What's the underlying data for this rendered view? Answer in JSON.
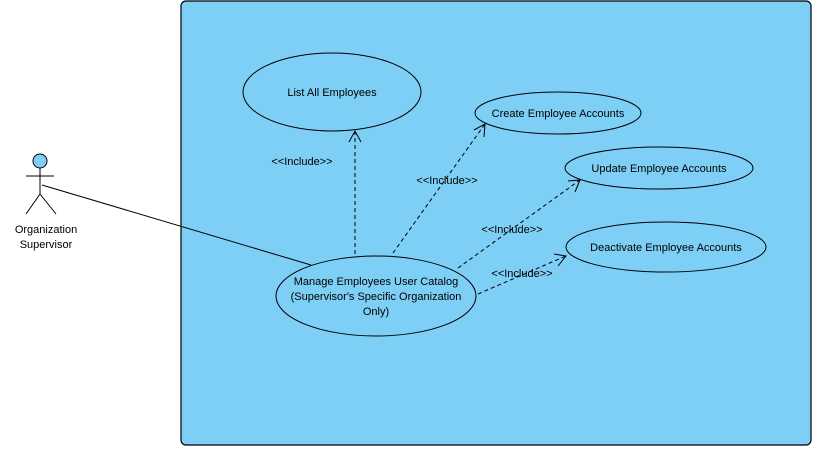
{
  "system": {
    "fill": "#7ecff5",
    "stroke": "#000000"
  },
  "actor": {
    "name_lines": [
      "Organization",
      "Supervisor"
    ],
    "head_color": "#7ecff5"
  },
  "use_cases": {
    "list_all": [
      "List All Employees"
    ],
    "create": [
      "Create Employee Accounts"
    ],
    "update": [
      "Update Employee Accounts"
    ],
    "deactivate": [
      "Deactivate Employee Accounts"
    ],
    "manage": [
      "Manage Employees User Catalog",
      "(Supervisor's Specific Organization",
      "Only)"
    ]
  },
  "relationships": [
    {
      "from": "manage",
      "to": "list_all",
      "stereotype": "<<Include>>"
    },
    {
      "from": "manage",
      "to": "create",
      "stereotype": "<<Include>>"
    },
    {
      "from": "manage",
      "to": "update",
      "stereotype": "<<Include>>"
    },
    {
      "from": "manage",
      "to": "deactivate",
      "stereotype": "<<Include>>"
    }
  ]
}
